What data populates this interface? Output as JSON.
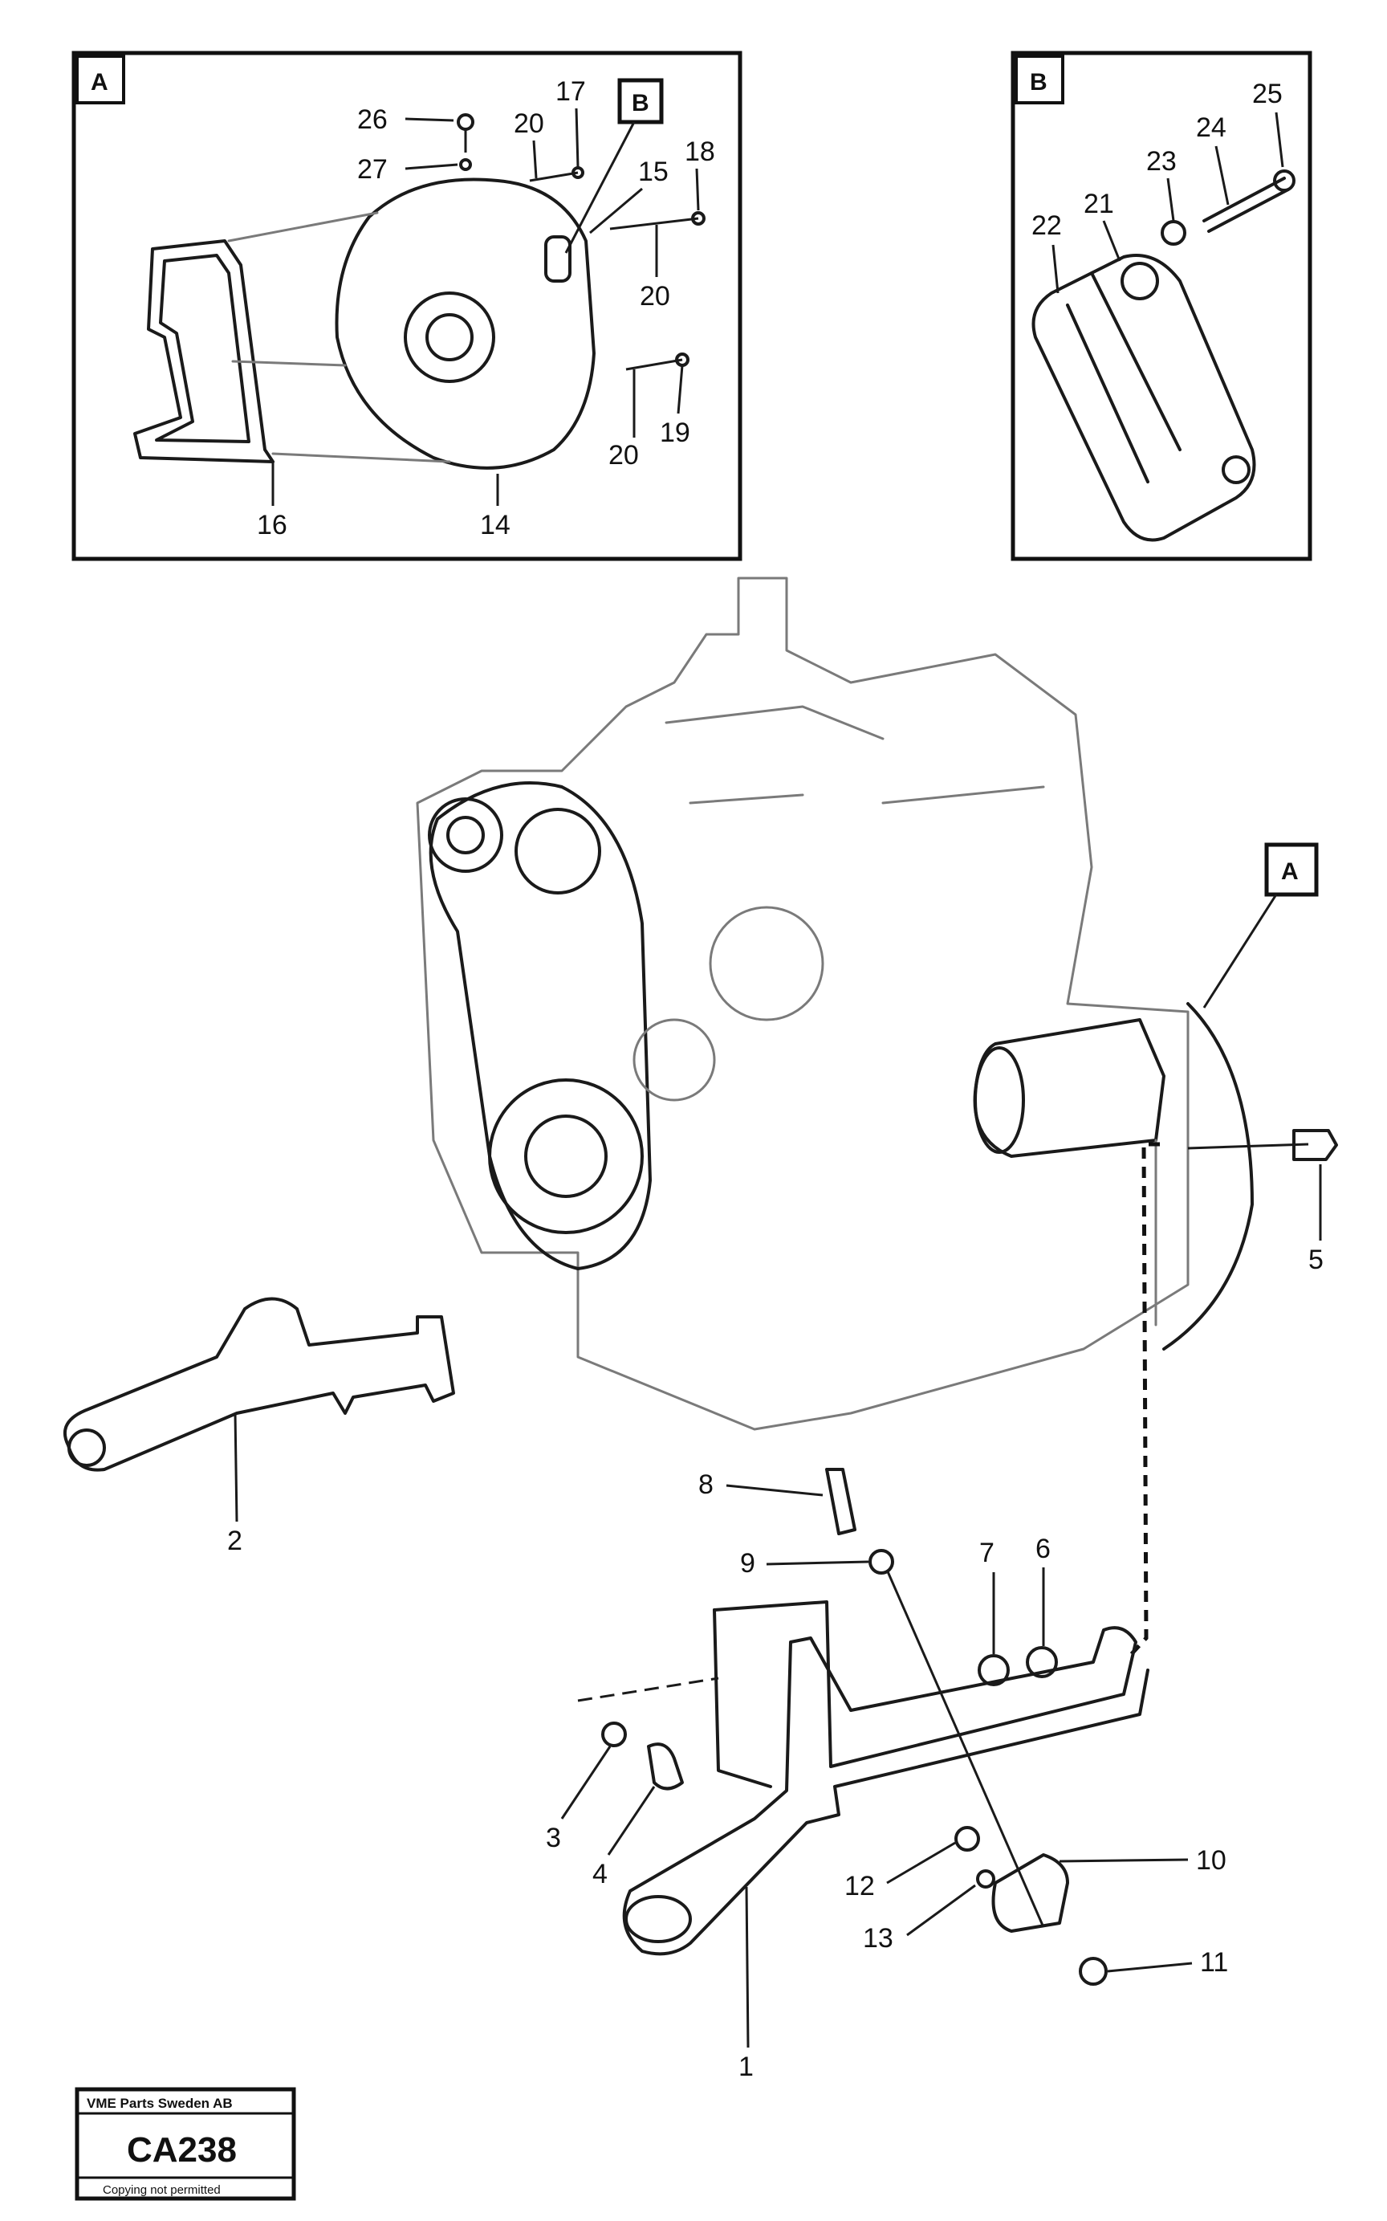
{
  "detail_a": {
    "tag": "A",
    "sub_tag": "B",
    "labels": [
      "26",
      "27",
      "20",
      "17",
      "15",
      "18",
      "20",
      "16",
      "14",
      "20",
      "19"
    ]
  },
  "detail_b": {
    "tag": "B",
    "labels": [
      "25",
      "24",
      "23",
      "21",
      "22"
    ]
  },
  "main": {
    "callout_a": "A",
    "labels": [
      "5",
      "2",
      "8",
      "9",
      "7",
      "6",
      "3",
      "4",
      "10",
      "12",
      "13",
      "11",
      "1"
    ]
  },
  "stamp": {
    "company": "VME Parts Sweden AB",
    "code": "CA238",
    "footer": "Copying not permitted"
  }
}
